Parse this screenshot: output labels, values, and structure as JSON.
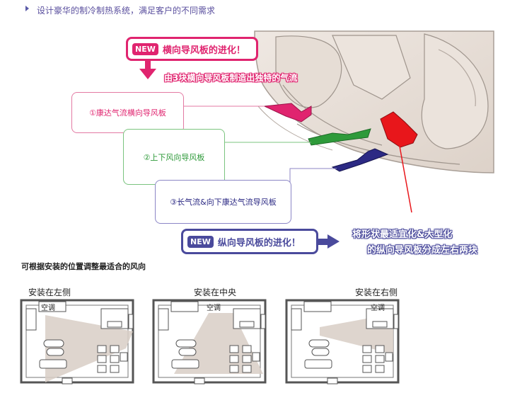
{
  "headline": "设计豪华的制冷制热系统，满足客户的不同需求",
  "callout_top": {
    "badge": "NEW",
    "text": "横向导风板的进化！"
  },
  "callout_top_sub": "由3块横向导风板制造出独特的气流",
  "boxes": [
    "①康达气流横向导风板",
    "②上下风向导风板",
    "③长气流&向下康达气流导风板"
  ],
  "callout_bottom": {
    "badge": "NEW",
    "text": "纵向导风板的进化！"
  },
  "callout_bottom_sub": [
    "将形状最适宜化&大型化",
    "的纵向导风板分成左右两块"
  ],
  "section_title": "可根据安装的位置调整最适合的风向",
  "plans": [
    {
      "label": "安装在左侧",
      "ac": "空调"
    },
    {
      "label": "安装在中央",
      "ac": "空调"
    },
    {
      "label": "安装在右侧",
      "ac": "空调"
    }
  ],
  "colors": {
    "pink": "#e0246f",
    "green": "#2e9a3a",
    "navy": "#2c2a84",
    "red": "#e8161b",
    "purple_text": "#5a4f9e"
  }
}
